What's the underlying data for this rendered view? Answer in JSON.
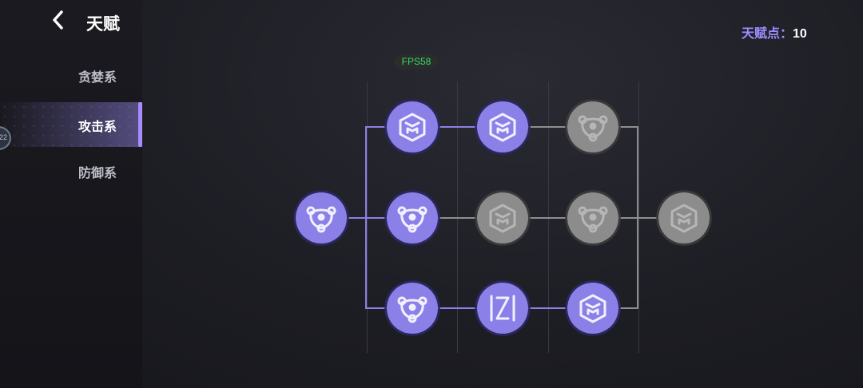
{
  "header": {
    "title": "天赋"
  },
  "sidebar": {
    "items": [
      {
        "label": "贪婪系",
        "active": false
      },
      {
        "label": "攻击系",
        "active": true
      },
      {
        "label": "防御系",
        "active": false
      }
    ],
    "edge_badge_text": "22"
  },
  "talent_points": {
    "label": "天赋点：",
    "value": "10"
  },
  "fps": "FPS58",
  "colors": {
    "accent": "#9d8dff",
    "node_active": "#8a80e8",
    "node_locked": "#8c8c8c",
    "line_active": "#8a80e8",
    "line_locked": "#8e8e8e"
  },
  "tree": {
    "nodes": [
      {
        "id": "root",
        "icon": "bear-icon",
        "state": "active"
      },
      {
        "id": "r1c1",
        "icon": "cube-icon",
        "state": "active"
      },
      {
        "id": "r1c2",
        "icon": "cube-icon",
        "state": "active"
      },
      {
        "id": "r1c3",
        "icon": "bear-icon",
        "state": "locked"
      },
      {
        "id": "r2c1",
        "icon": "bear-icon",
        "state": "active"
      },
      {
        "id": "r2c2",
        "icon": "cube-icon",
        "state": "locked"
      },
      {
        "id": "r2c3",
        "icon": "bear-icon",
        "state": "locked"
      },
      {
        "id": "end",
        "icon": "cube-icon",
        "state": "locked"
      },
      {
        "id": "r3c1",
        "icon": "bear-icon",
        "state": "active"
      },
      {
        "id": "r3c2",
        "icon": "slash-z-icon",
        "state": "active"
      },
      {
        "id": "r3c3",
        "icon": "cube-icon",
        "state": "active"
      }
    ]
  }
}
